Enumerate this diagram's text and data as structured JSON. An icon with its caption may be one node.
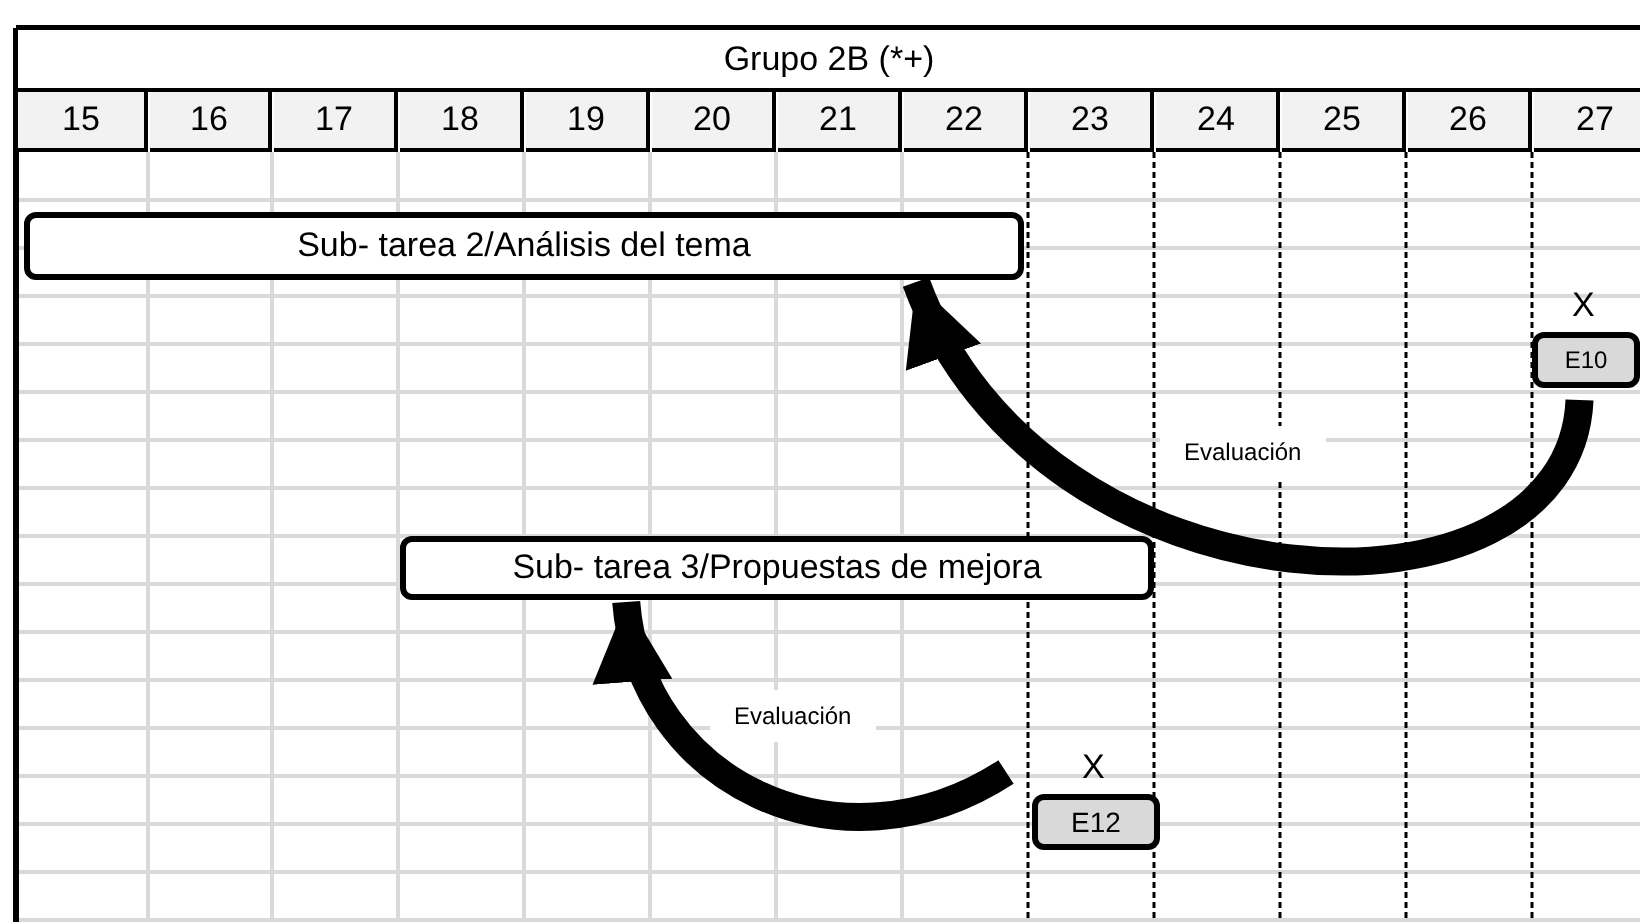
{
  "diagram": {
    "nodes": [
      {
        "text": [
          "Sub- tarea 2/Análisis del tema"
        ]
      },
      {
        "text": [
          "Sub- tarea 3/Propuestas de mejora"
        ]
      },
      {
        "text": [
          "E10"
        ],
        "beside": [
          "X"
        ]
      },
      {
        "text": [
          "E12"
        ],
        "beside": [
          "X"
        ]
      }
    ],
    "edges": [
      {
        "from": 2,
        "to": 0,
        "arrow": "to",
        "label": "Evaluación"
      },
      {
        "from": 3,
        "to": 1,
        "arrow": "to",
        "label": "Evaluación"
      }
    ],
    "labels": [
      "Grupo 2B (*+)",
      "15",
      "16",
      "17",
      "18",
      "19",
      "20",
      "21",
      "22",
      "23",
      "24",
      "25",
      "26",
      "27"
    ]
  }
}
